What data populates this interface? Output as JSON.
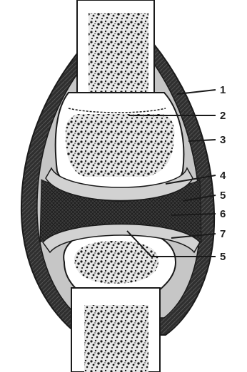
{
  "labels": [
    {
      "id": "l1",
      "text": "1"
    },
    {
      "id": "l2",
      "text": "2"
    },
    {
      "id": "l3",
      "text": "3"
    },
    {
      "id": "l4",
      "text": "4"
    },
    {
      "id": "l5a",
      "text": "5"
    },
    {
      "id": "l6",
      "text": "6"
    },
    {
      "id": "l7",
      "text": "7"
    },
    {
      "id": "l5b",
      "text": "5"
    }
  ],
  "colors": {
    "ink": "#1a1a1a",
    "capsule_dark": "#2b2b2b",
    "cavity": "#3a3a3a",
    "cartilage": "#c9c9c9",
    "bone_wall": "#ffffff",
    "sponge_bg": "#e6e6e6"
  }
}
